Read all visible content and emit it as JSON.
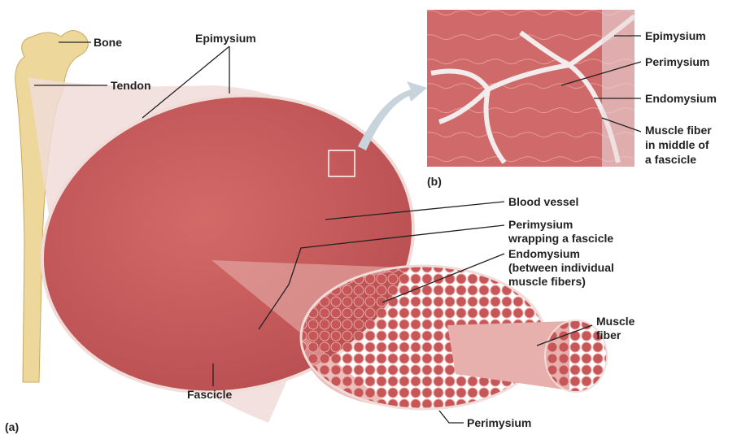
{
  "panel_a": {
    "tag": "(a)",
    "labels": {
      "bone": "Bone",
      "tendon": "Tendon",
      "epimysium": "Epimysium",
      "blood_vessel": "Blood vessel",
      "perimysium_wrapping": [
        "Perimysium",
        "wrapping a fascicle"
      ],
      "endomysium": [
        "Endomysium",
        "(between individual",
        "muscle fibers)"
      ],
      "muscle_fiber": [
        "Muscle",
        "fiber"
      ],
      "fascicle": "Fascicle",
      "perimysium": "Perimysium"
    }
  },
  "panel_b": {
    "tag": "(b)",
    "labels": {
      "epimysium": "Epimysium",
      "perimysium": "Perimysium",
      "endomysium": "Endomysium",
      "muscle_fiber": [
        "Muscle fiber",
        "in middle of",
        "a fascicle"
      ]
    }
  },
  "colors": {
    "muscle": "#c85a5a",
    "muscle_light": "#dc8a86",
    "bone": "#eed79a",
    "tissue": "#f2e8e6"
  }
}
